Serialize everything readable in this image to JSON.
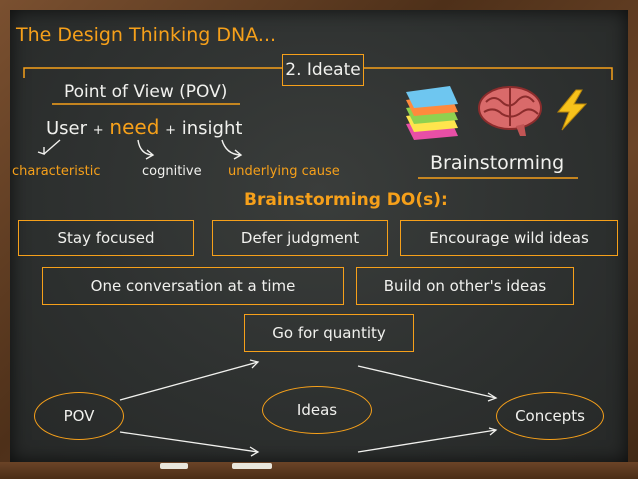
{
  "title": "The Design Thinking DNA...",
  "step": "2. Ideate",
  "pov_heading": "Point of View (POV)",
  "formula": {
    "user": "User",
    "plus1": "+",
    "need": "need",
    "plus2": "+",
    "insight": "insight"
  },
  "formula_labels": {
    "characteristic": "characteristic",
    "cognitive": "cognitive",
    "underlying": "underlying cause"
  },
  "brainstorming_label": "Brainstorming",
  "dos_heading": "Brainstorming DO(s):",
  "rules": [
    "Stay focused",
    "Defer judgment",
    "Encourage wild ideas",
    "One conversation at a time",
    "Build on other's ideas",
    "Go for quantity"
  ],
  "flow": {
    "start": "POV",
    "middle": "Ideas",
    "end": "Concepts"
  },
  "colors": {
    "accent": "#f6a01a",
    "chalk": "#f1f1ee",
    "board": "#2e3130"
  },
  "icons": [
    "sticky-notes-icon",
    "brain-icon",
    "lightning-icon"
  ]
}
